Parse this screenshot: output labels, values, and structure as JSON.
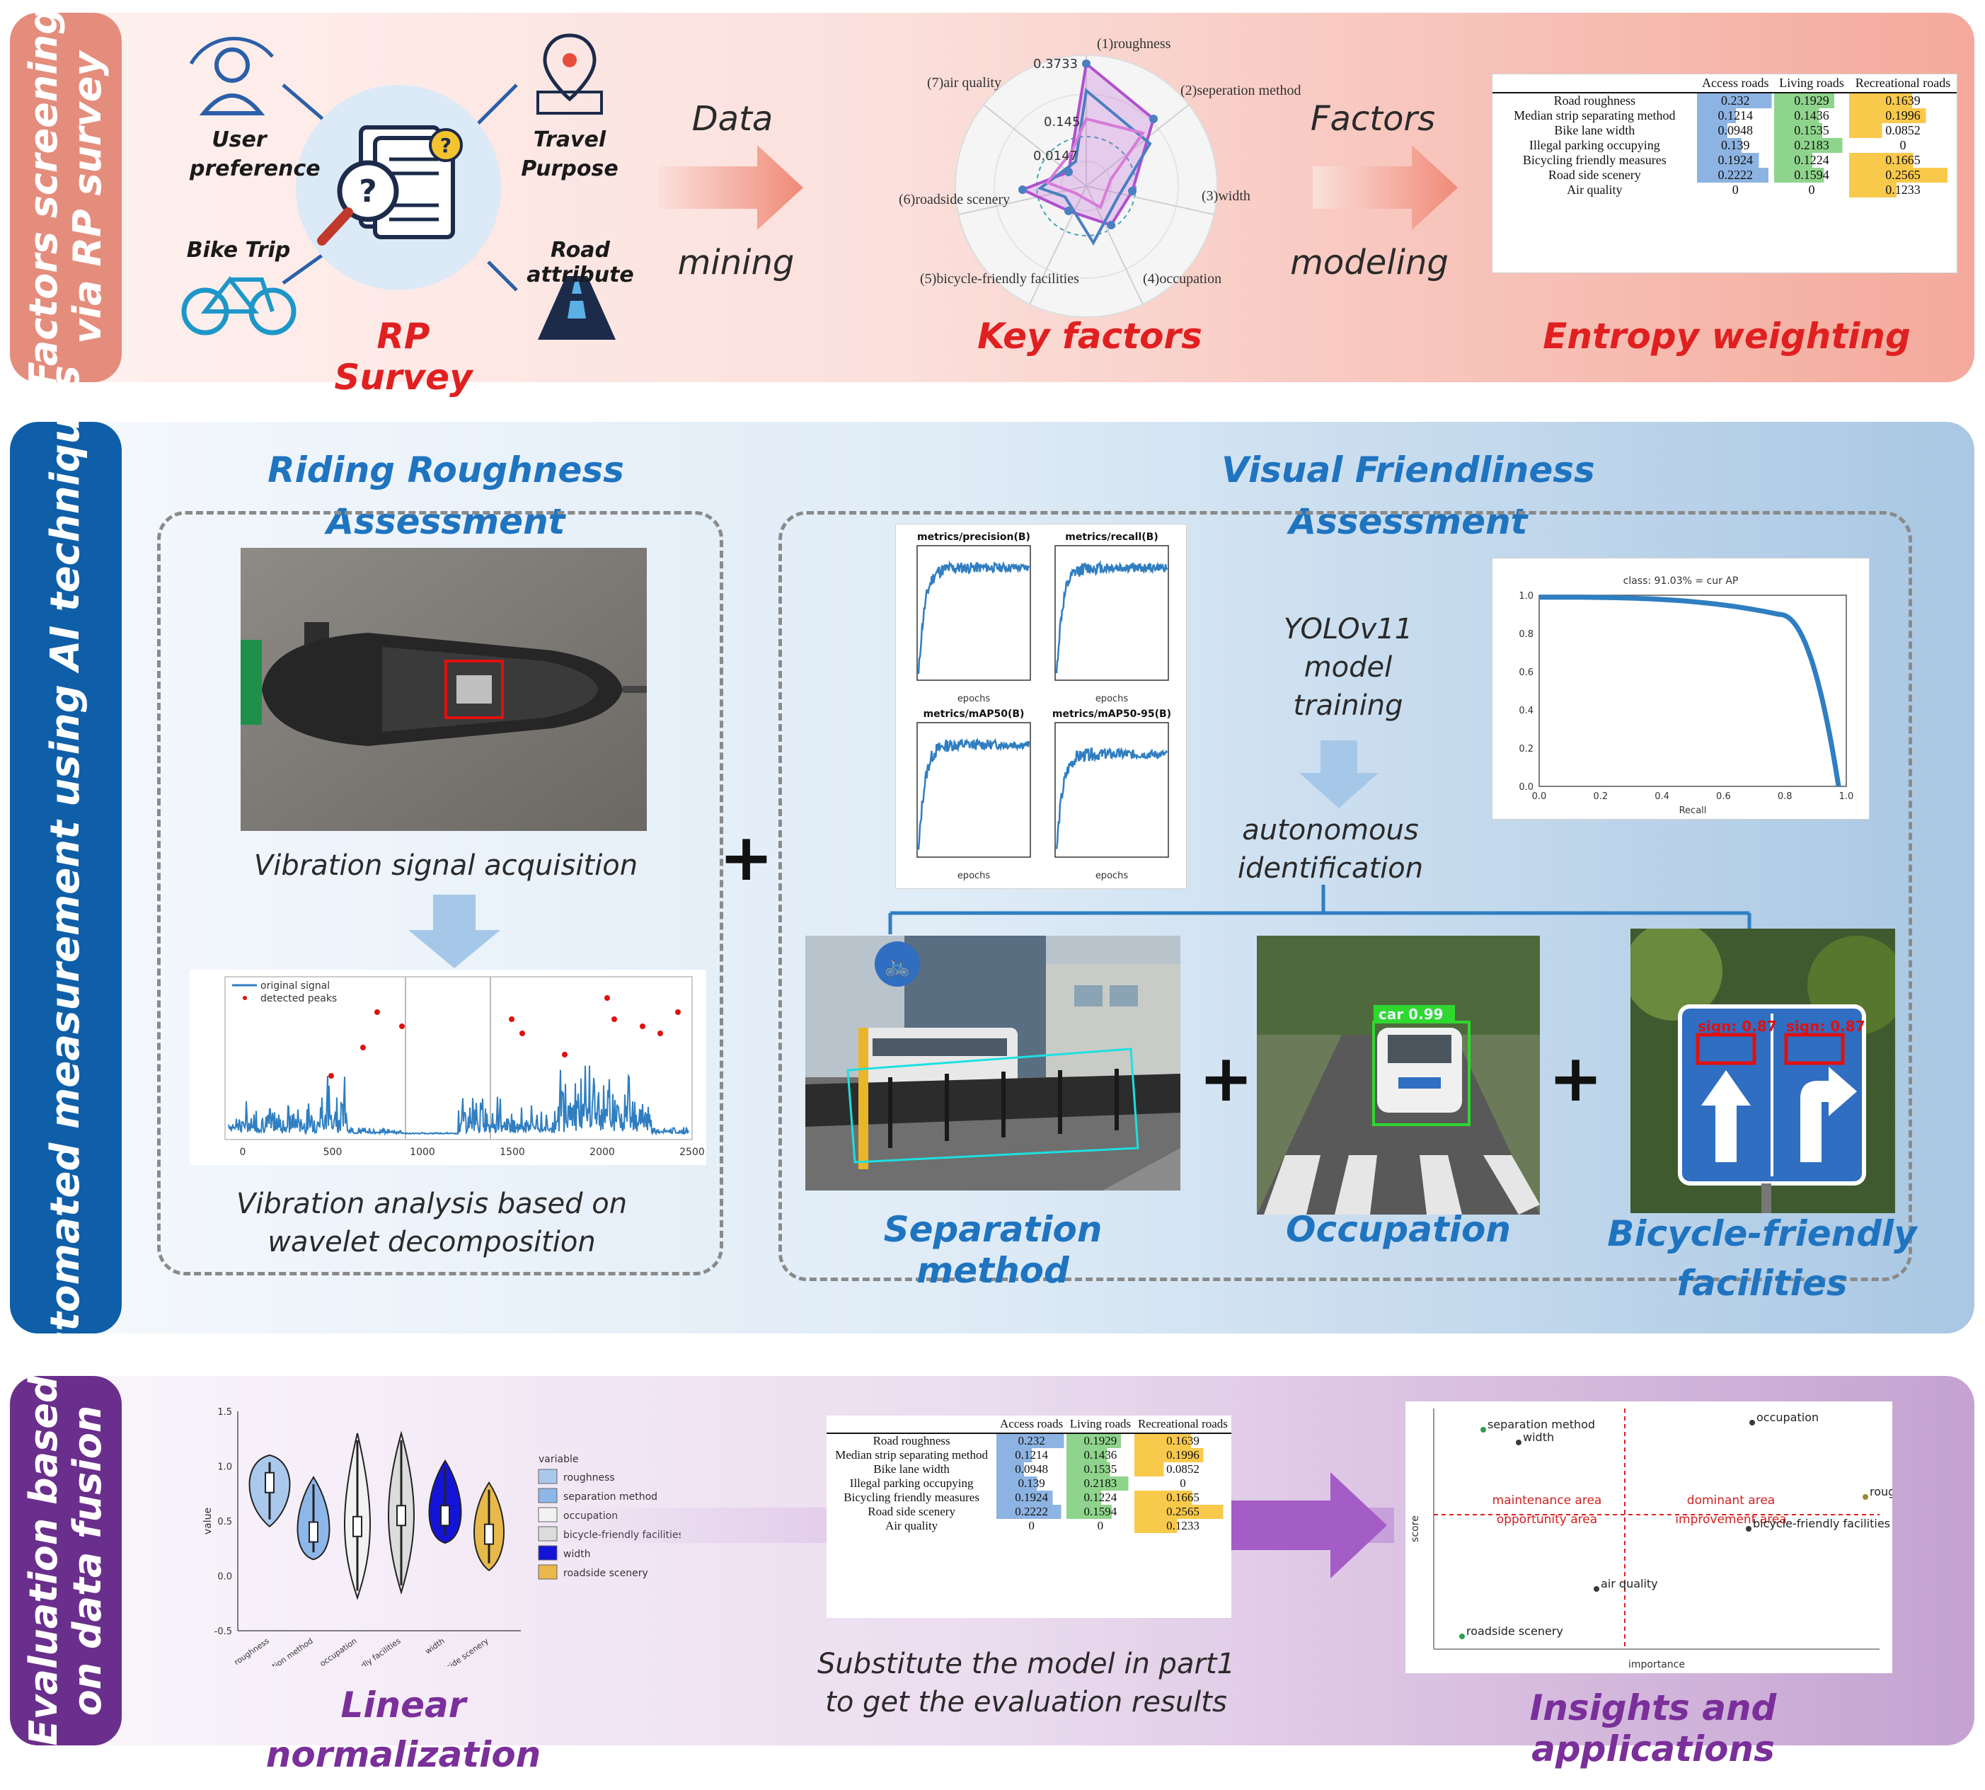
{
  "sections": {
    "s1": [
      "Factors screening",
      "via RP survey"
    ],
    "s2": [
      "Automated measurement using AI techniques"
    ],
    "s3": [
      "Evaluation based",
      "on data fusion"
    ]
  },
  "survey": {
    "user_preference": "User preference",
    "travel_purpose": "Travel Purpose",
    "bike_trip": "Bike Trip",
    "road_attribute": "Road attribute",
    "title": "RP Survey"
  },
  "arrows": {
    "data_top": "Data",
    "data_bottom": "mining",
    "factors_top": "Factors",
    "factors_bottom": "modeling"
  },
  "key_factors": {
    "title": "Key factors",
    "axes": [
      "(1)roughness",
      "(2)seperation method",
      "(3)width",
      "(4)occupation",
      "(5)bicycle-friendly facilities",
      "(6)roadside scenery",
      "(7)air quality"
    ],
    "ticks": [
      "0.3733",
      "0.145",
      "0.0147"
    ]
  },
  "entropy": {
    "title": "Entropy weighting",
    "columns": [
      "Access roads",
      "Living roads",
      "Recreational roads"
    ],
    "rows": [
      {
        "name": "Road roughness",
        "v": [
          "0.232",
          "0.1929",
          "0.1639"
        ]
      },
      {
        "name": "Median strip separating method",
        "v": [
          "0.1214",
          "0.1436",
          "0.1996"
        ]
      },
      {
        "name": "Bike lane width",
        "v": [
          "0.0948",
          "0.1535",
          "0.0852"
        ]
      },
      {
        "name": "Illegal parking occupying",
        "v": [
          "0.139",
          "0.2183",
          "0"
        ]
      },
      {
        "name": "Bicycling friendly measures",
        "v": [
          "0.1924",
          "0.1224",
          "0.1665"
        ]
      },
      {
        "name": "Road side scenery",
        "v": [
          "0.2222",
          "0.1594",
          "0.2565"
        ]
      },
      {
        "name": "Air quality",
        "v": [
          "0",
          "0",
          "0.1233"
        ]
      }
    ]
  },
  "roughness": {
    "title": [
      "Riding Roughness",
      "Assessment"
    ],
    "cap1": "Vibration signal acquisition",
    "cap2": [
      "Vibration analysis based on",
      "wavelet decomposition"
    ],
    "legend": [
      "original signal",
      "detected peaks"
    ],
    "xticks": [
      "0",
      "500",
      "1000",
      "1500",
      "2000",
      "2500"
    ]
  },
  "visual": {
    "title": [
      "Visual Friendliness",
      "Assessment"
    ],
    "yolo": [
      "YOLOv11",
      "model",
      "training"
    ],
    "auto": [
      "autonomous",
      "identification"
    ],
    "metric_titles": [
      "metrics/precision(B)",
      "metrics/recall(B)",
      "metrics/mAP50(B)",
      "metrics/mAP50-95(B)"
    ],
    "epochs_label": "epochs",
    "pr_title": "class: 91.03% = cur AP",
    "pr_xticks": [
      "0.0",
      "0.2",
      "0.4",
      "0.6",
      "0.8",
      "1.0"
    ],
    "pr_yticks": [
      "1.0",
      "0.8",
      "0.6",
      "0.4",
      "0.2",
      "0.0"
    ],
    "pr_xlabel": "Recall"
  },
  "detections": {
    "separation": "Separation method",
    "occupation": "Occupation",
    "facilities": [
      "Bicycle-friendly",
      "facilities"
    ],
    "car_label": "car 0.99",
    "sign_label": "sign: 0.87"
  },
  "violin": {
    "title": [
      "Linear",
      "normalization"
    ],
    "legend_title": "variable",
    "legend": [
      "roughness",
      "separation method",
      "occupation",
      "bicycle-friendly facilities",
      "width",
      "roadside scenery"
    ],
    "ylabel": "value",
    "yticks": [
      "1.5",
      "1.0",
      "0.5",
      "0.0",
      "-0.5"
    ],
    "colors": [
      "#aac8ec",
      "#8db7e8",
      "#f2f2f2",
      "#dcdcdc",
      "#1414d8",
      "#e8b84a"
    ]
  },
  "fusion": {
    "caption": [
      "Substitute the model in part1",
      "to get the evaluation results"
    ]
  },
  "insights": {
    "title": "Insights and applications",
    "ylabel": "score",
    "xlabel": "importance",
    "points": [
      "separation method",
      "width",
      "occupation",
      "roughness",
      "bicycle-friendly facilities",
      "air quality",
      "roadside scenery"
    ],
    "areas": [
      "maintenance area",
      "dominant area",
      "opportunity area",
      "improvement area"
    ]
  }
}
